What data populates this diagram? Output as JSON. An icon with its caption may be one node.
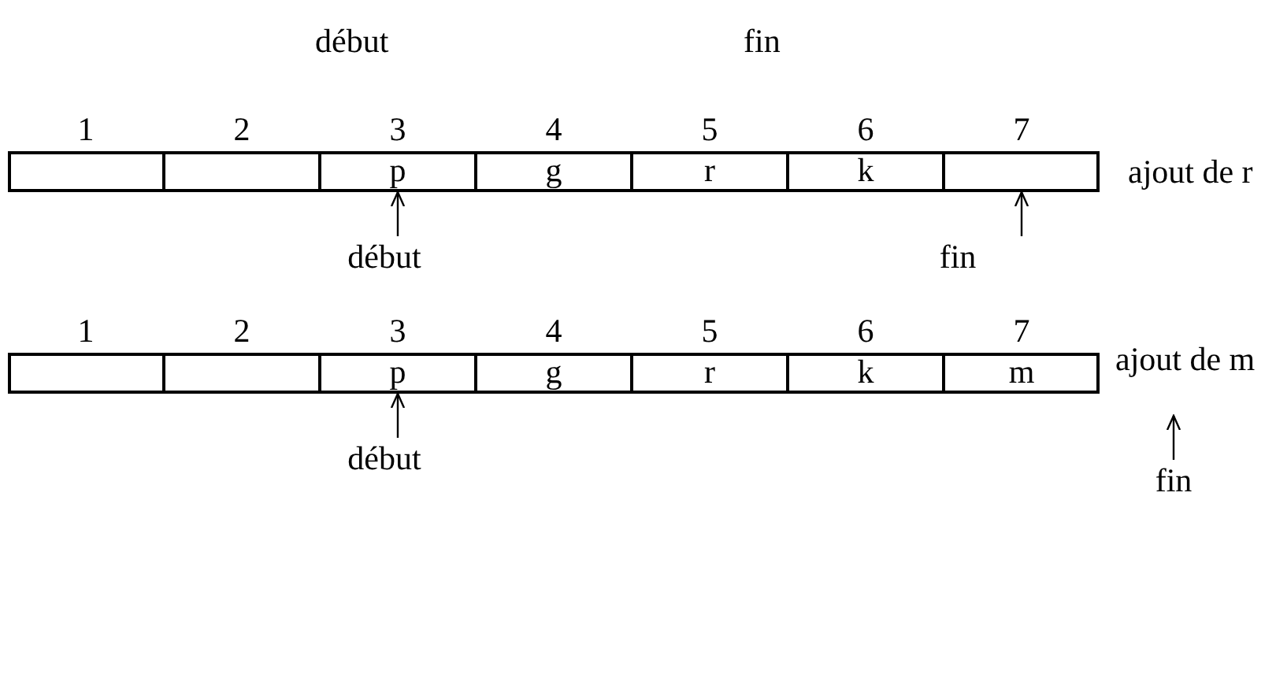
{
  "diagram": {
    "nodes": [
      {
        "text": [],
        "shape": "box",
        "beside": [
          "1"
        ]
      },
      {
        "text": [],
        "shape": "box",
        "beside": [
          "2"
        ]
      },
      {
        "text": [
          "p"
        ],
        "beside": [
          "3"
        ]
      },
      {
        "text": [
          "g"
        ],
        "beside": [
          "4"
        ]
      },
      {
        "text": [
          "r"
        ],
        "beside": [
          "5"
        ]
      },
      {
        "text": [
          "k"
        ],
        "beside": [
          "6"
        ]
      },
      {
        "text": [],
        "shape": "box",
        "beside": [
          "7"
        ]
      },
      {
        "text": [
          "début"
        ]
      },
      {
        "text": [
          "fin"
        ]
      },
      {
        "text": [],
        "shape": "box",
        "beside": [
          "1"
        ]
      },
      {
        "text": [],
        "shape": "box",
        "beside": [
          "2"
        ]
      },
      {
        "text": [
          "p"
        ],
        "beside": [
          "3"
        ]
      },
      {
        "text": [
          "g"
        ],
        "beside": [
          "4"
        ]
      },
      {
        "text": [
          "r"
        ],
        "beside": [
          "5"
        ]
      },
      {
        "text": [
          "k"
        ],
        "beside": [
          "6"
        ]
      },
      {
        "text": [
          "m"
        ],
        "beside": [
          "7"
        ]
      },
      {
        "text": [
          "début"
        ]
      },
      {
        "text": [
          "fin"
        ]
      }
    ],
    "edges": [
      {
        "from": 7,
        "to": 2,
        "arrow": "to"
      },
      {
        "from": 8,
        "to": 6,
        "arrow": "to"
      },
      {
        "from": 16,
        "to": 11,
        "arrow": "to"
      },
      {
        "from": 17,
        "to": null,
        "arrow": "to"
      }
    ],
    "labels": [
      "début",
      "fin",
      "ajout de r",
      "ajout de m"
    ]
  }
}
